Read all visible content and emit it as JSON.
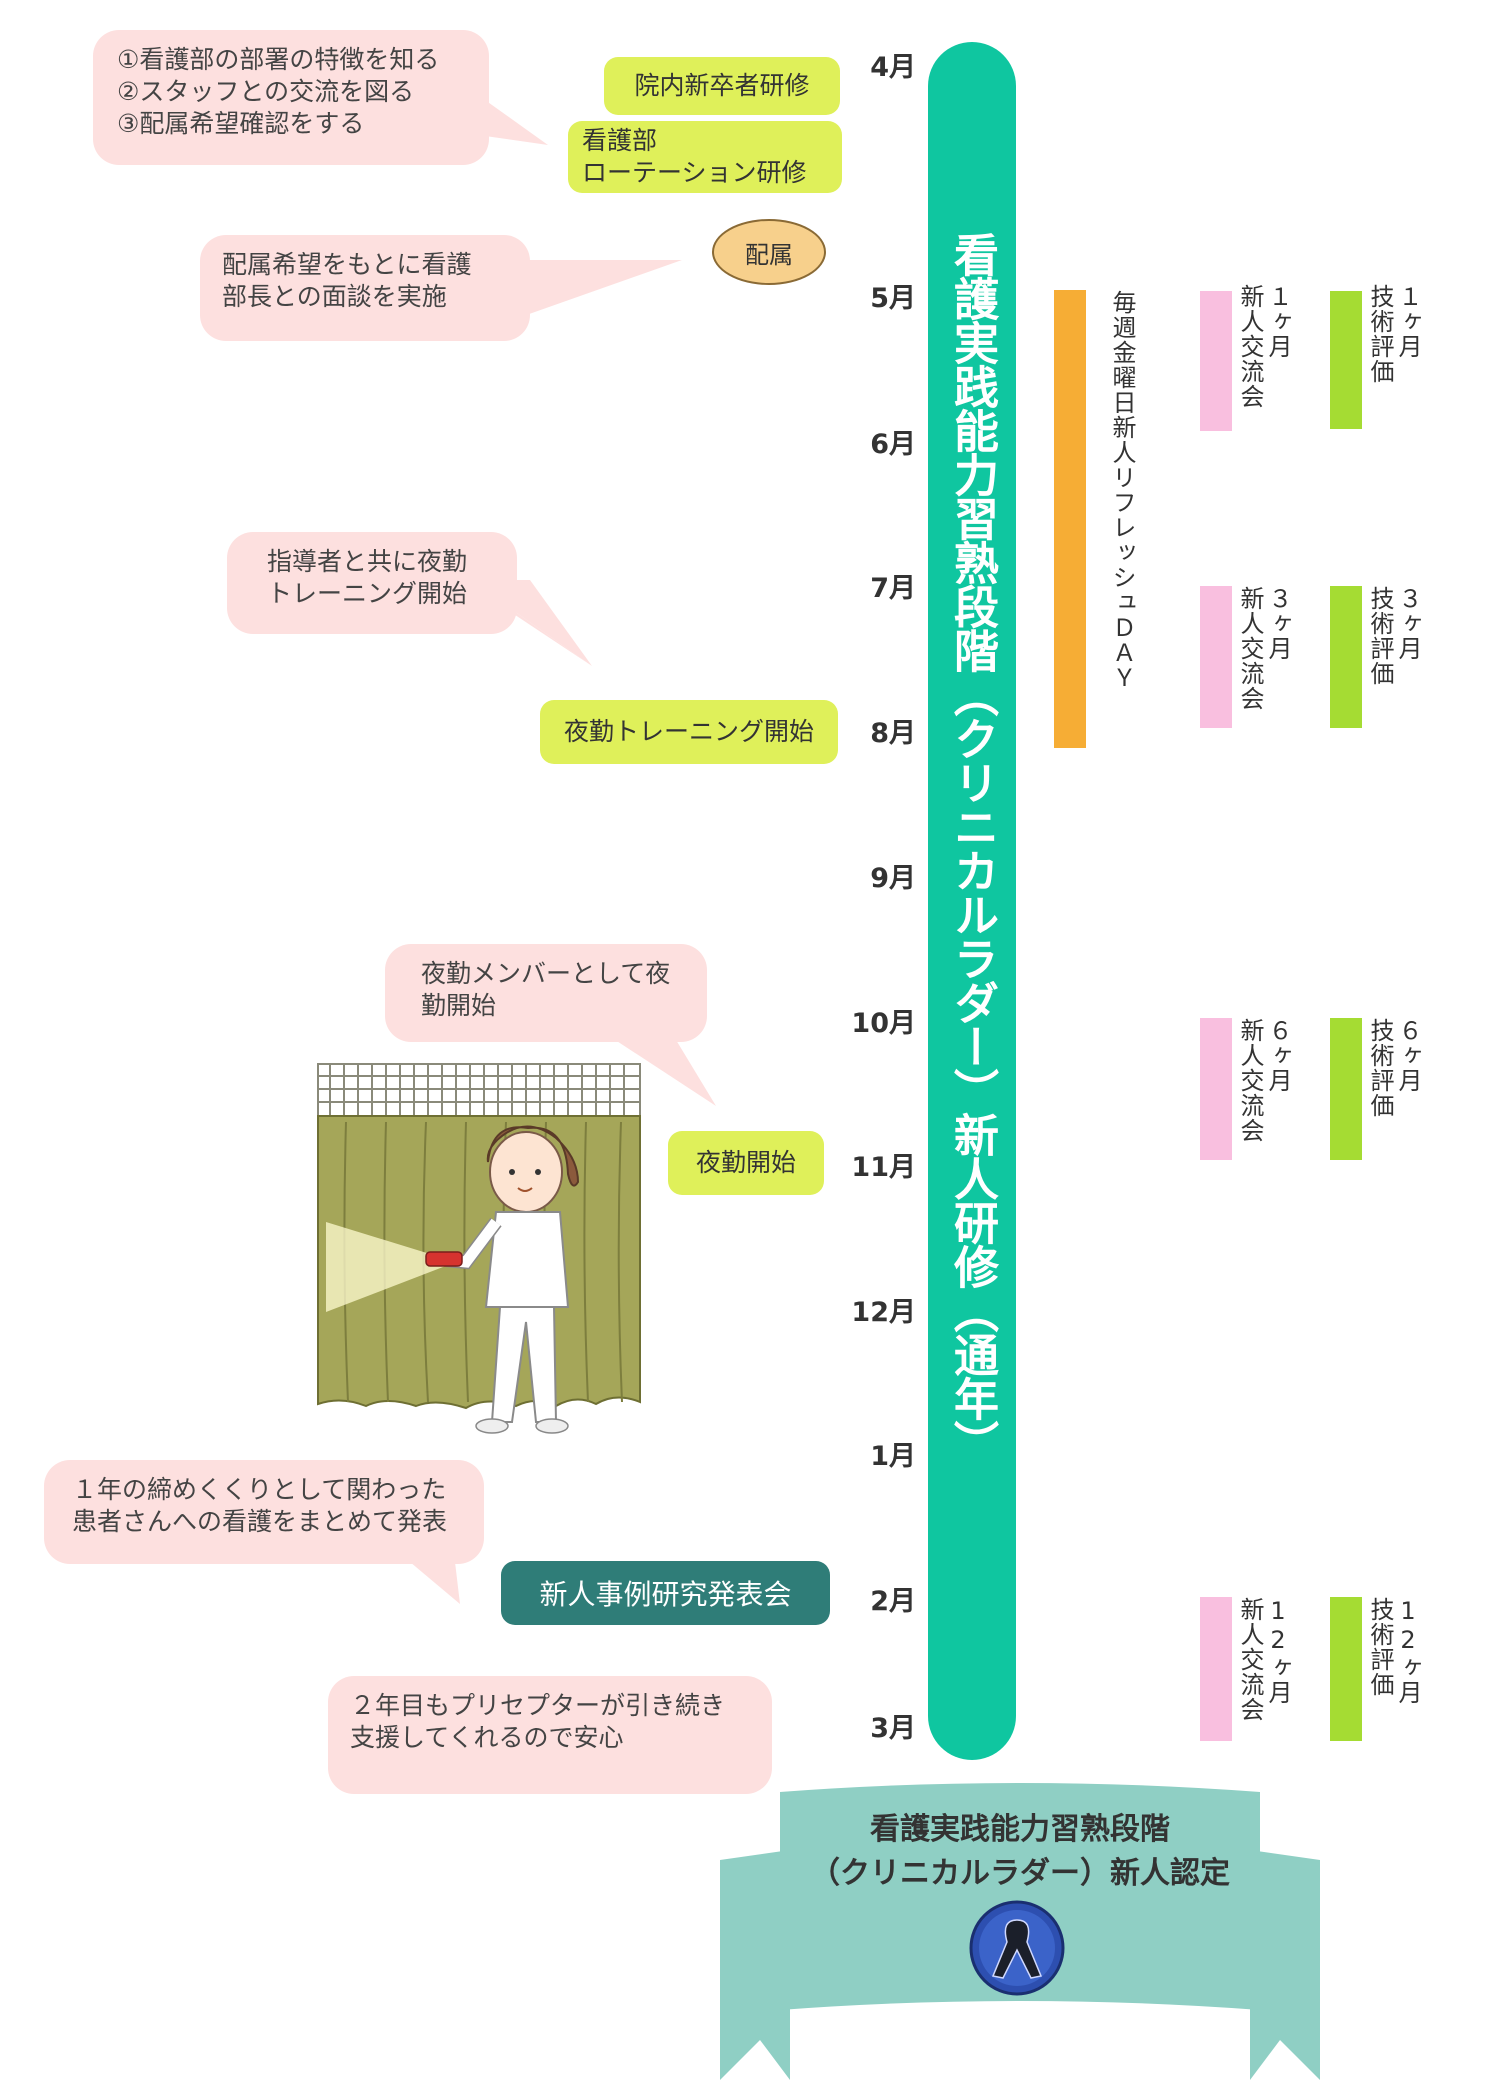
{
  "colors": {
    "main_bar": "#0fc6a0",
    "event_tag": "#dff05a",
    "bubble": "#fde0df",
    "haizoku": "#f7d08c",
    "refresh_bar": "#f6ad35",
    "koryu_bar": "#f9bfdf",
    "hyoka_bar": "#a5dc33",
    "presentation": "#2f7d78",
    "banner": "#8fcfc4"
  },
  "main_bar_label": "看護実践能力習熟段階（クリニカルラダー）新人研修（通年）",
  "months": [
    "4月",
    "5月",
    "6月",
    "7月",
    "8月",
    "9月",
    "10月",
    "11月",
    "12月",
    "1月",
    "2月",
    "3月"
  ],
  "bubbles": {
    "april": "①看護部の部署の特徴を知る\n②スタッフとの交流を図る\n③配属希望確認をする",
    "may": "配属希望をもとに看護\n部長との面談を実施",
    "july": "指導者と共に夜勤\nトレーニング開始",
    "october": "夜勤メンバーとして夜\n勤開始",
    "january": "１年の締めくくりとして関わった\n患者さんへの看護をまとめて発表",
    "march": "２年目もプリセプターが引き続き\n支援してくれるので安心"
  },
  "events": {
    "innai": "院内新卒者研修",
    "rotation": "看護部\nローテーション研修",
    "haizoku": "配属",
    "yakin_training": "夜勤トレーニング開始",
    "yakin_start": "夜勤開始",
    "presentation": "新人事例研究発表会"
  },
  "refresh_label": "毎週金曜日新人リフレッシュＤＡＹ",
  "milestones": [
    {
      "koryu": "１ヶ月\n新人交流会",
      "hyoka": "１ヶ月\n技術評価"
    },
    {
      "koryu": "３ヶ月\n新人交流会",
      "hyoka": "３ヶ月\n技術評価"
    },
    {
      "koryu": "６ヶ月\n新人交流会",
      "hyoka": "６ヶ月\n技術評価"
    },
    {
      "koryu": "12ヶ月\n新人交流会",
      "hyoka": "12ヶ月\n技術評価"
    }
  ],
  "banner": {
    "line1": "看護実践能力習熟段階",
    "line2": "（クリニカルラダー）新人認定",
    "badge_icon": "ribbon-badge-icon"
  },
  "illustration_icon": "nurse-flashlight-illustration"
}
